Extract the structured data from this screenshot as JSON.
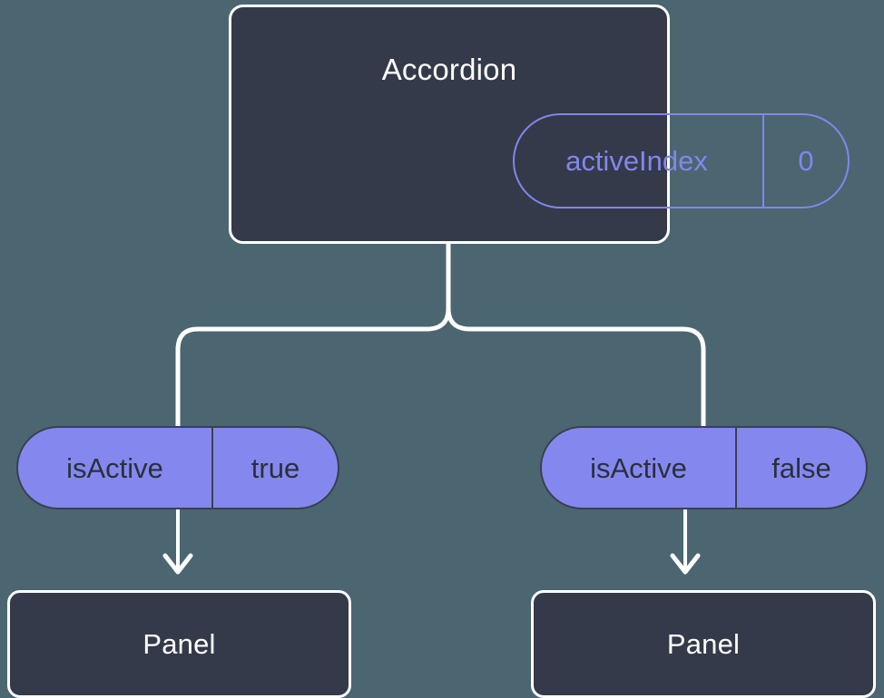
{
  "diagram": {
    "type": "component-tree",
    "background_color": "#4b6670",
    "node_fill": "#343a49",
    "node_border": "#ffffff",
    "prop_pill_fill": "#8488ee",
    "prop_pill_outline_color": "#8286ec",
    "connector_color": "#ffffff"
  },
  "root": {
    "title": "Accordion",
    "prop": {
      "key": "activeIndex",
      "value": "0"
    }
  },
  "branches": [
    {
      "side": "left",
      "prop": {
        "key": "isActive",
        "value": "true"
      },
      "child": {
        "title": "Panel"
      }
    },
    {
      "side": "right",
      "prop": {
        "key": "isActive",
        "value": "false"
      },
      "child": {
        "title": "Panel"
      }
    }
  ]
}
